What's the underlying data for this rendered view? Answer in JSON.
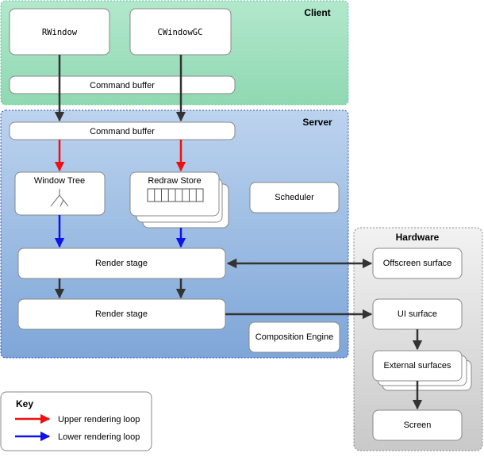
{
  "diagram": {
    "client": {
      "title": "Client",
      "rwindow": "RWindow",
      "cwindowgc": "CWindowGC",
      "command_buffer": "Command buffer"
    },
    "server": {
      "title": "Server",
      "command_buffer": "Command buffer",
      "window_tree": "Window Tree",
      "redraw_store": "Redraw Store",
      "scheduler": "Scheduler",
      "render_stage_1": "Render stage",
      "render_stage_2": "Render stage",
      "composition_engine": "Composition Engine"
    },
    "hardware": {
      "title": "Hardware",
      "offscreen_surface": "Offscreen surface",
      "ui_surface": "UI surface",
      "external_surfaces": "External surfaces",
      "screen": "Screen"
    },
    "key": {
      "title": "Key",
      "upper_loop": "Upper rendering loop",
      "lower_loop": "Lower rendering loop"
    },
    "colors": {
      "client_bg": "#a9e2c4",
      "server_bg": "#8fb3df",
      "hardware_bg": "#dcdcdc",
      "upper_loop": "#ee1111",
      "lower_loop": "#1111ee",
      "neutral_arrow": "#333333"
    }
  }
}
